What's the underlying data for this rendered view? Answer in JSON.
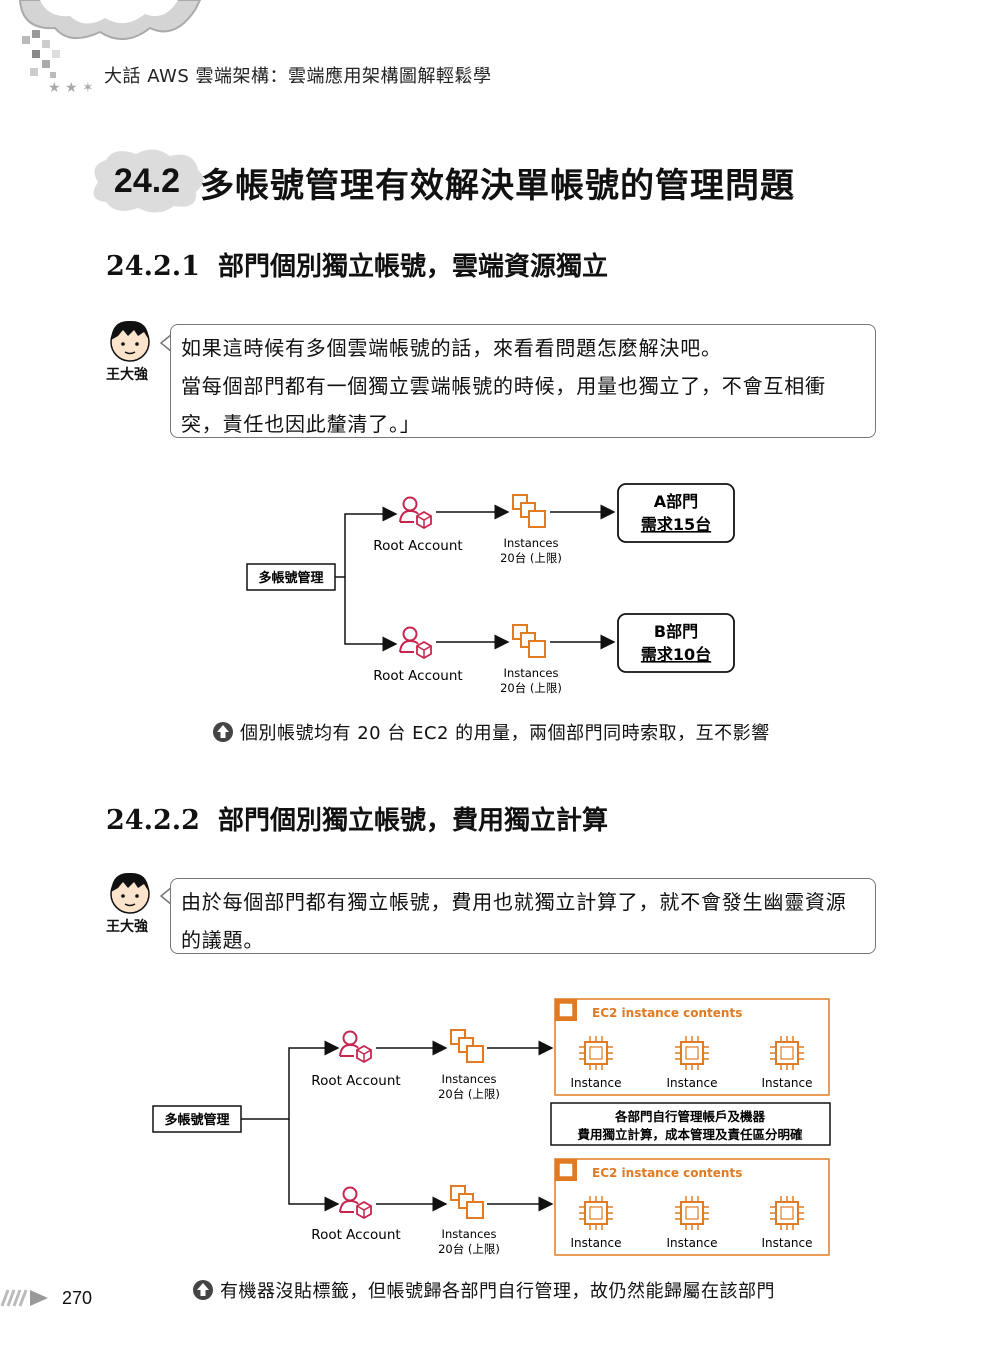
{
  "header": {
    "book_title": "大話 AWS 雲端架構：雲端應用架構圖解輕鬆學"
  },
  "section": {
    "number": "24.2",
    "title": "多帳號管理有效解決單帳號的管理問題"
  },
  "subsection1": {
    "number": "24.2.1",
    "title": "部門個別獨立帳號，雲端資源獨立",
    "speaker": "王大強",
    "bubble_lines": [
      "如果這時候有多個雲端帳號的話，來看看問題怎麼解決吧。",
      "當每個部門都有一個獨立雲端帳號的時候，用量也獨立了，不會互相衝",
      "突，責任也因此釐清了。」"
    ],
    "diagram": {
      "root_label": "多帳號管理",
      "root_account_label": "Root Account",
      "instances_label": "Instances",
      "instances_limit": "20台 (上限)",
      "dept_a_line1": "A部門",
      "dept_a_line2": "需求15台",
      "dept_b_line1": "B部門",
      "dept_b_line2": "需求10台"
    },
    "caption": "個別帳號均有 20 台 EC2 的用量，兩個部門同時索取，互不影響"
  },
  "subsection2": {
    "number": "24.2.2",
    "title": "部門個別獨立帳號，費用獨立計算",
    "speaker": "王大強",
    "bubble_lines": [
      "由於每個部門都有獨立帳號，費用也就獨立計算了，就不會發生幽靈資源",
      "的議題。"
    ],
    "diagram": {
      "root_label": "多帳號管理",
      "root_account_label": "Root Account",
      "instances_label": "Instances",
      "instances_limit": "20台 (上限)",
      "ec2_group_label": "EC2 instance contents",
      "instance_label": "Instance",
      "note_line1": "各部門自行管理帳戶及機器",
      "note_line2": "費用獨立計算，成本管理及責任區分明確"
    },
    "caption": "有機器沒貼標籤，但帳號歸各部門自行管理，故仍然能歸屬在該部門"
  },
  "footer": {
    "page_number": "270"
  },
  "colors": {
    "aws_orange": "#e07b24",
    "aws_pink": "#c7254e",
    "cloud_gray": "#c8c8c8"
  },
  "icons": [
    "cloud-decoration",
    "pixel-decoration",
    "star-decoration",
    "person-avatar-icon",
    "root-account-icon",
    "instances-icon",
    "chip-icon",
    "up-arrow-icon",
    "page-stripes-icon"
  ]
}
